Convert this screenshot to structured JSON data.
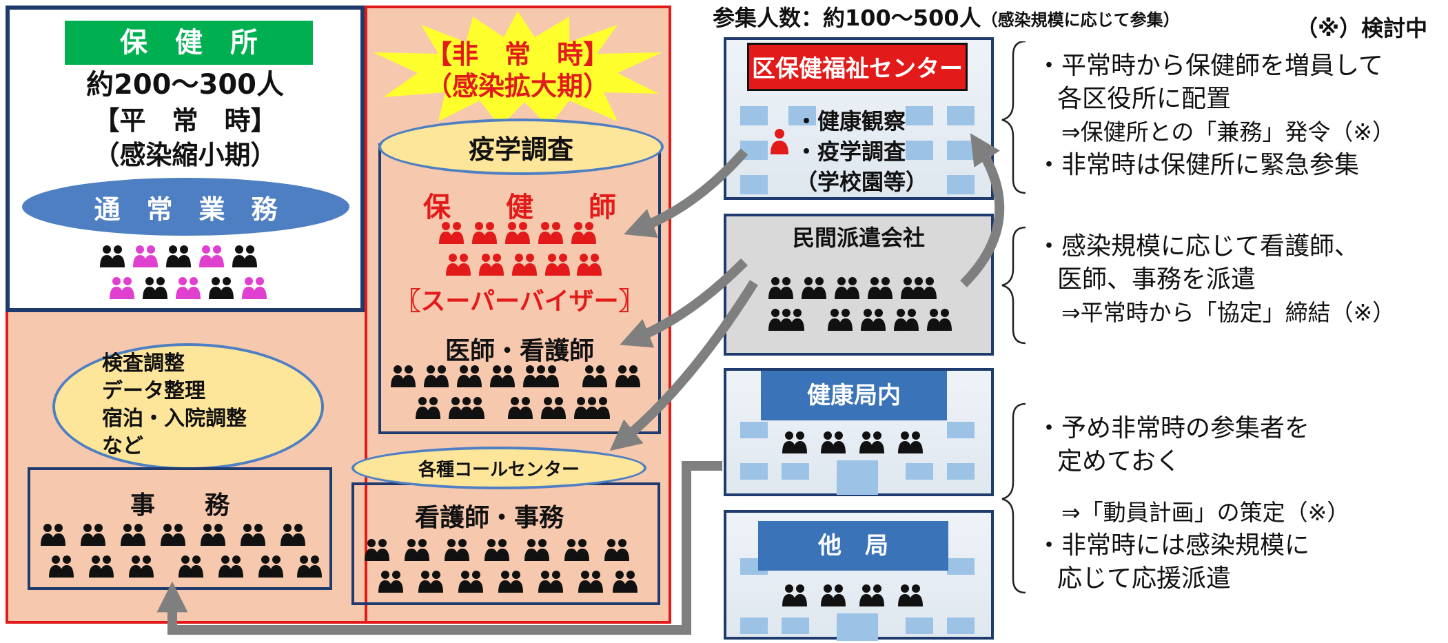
{
  "header": {
    "attendance": "参集人数：約100〜500人",
    "attendance_note": "（感染規模に応じて参集）",
    "under_review": "（※）検討中"
  },
  "hokenjo": {
    "title": "保　健　所",
    "count": "約200〜300人",
    "normal": "【平　常　時】",
    "phase": "（感染縮小期）",
    "normal_work": "通　常　業　務"
  },
  "emergency": {
    "title_line1": "【非　常　時】",
    "title_line2": "（感染拡大期）",
    "epi": "疫学調査",
    "nurses": "保　　健　　師",
    "supervisor": "〖スーパーバイザー〗",
    "doctors": "医師・看護師",
    "callcenter": "各種コールセンター",
    "callcenter_staff": "看護師・事務"
  },
  "office": {
    "tasks": [
      "検査調整",
      "データ整理",
      "宿泊・入院調整",
      "など"
    ],
    "clerical": "事　　務"
  },
  "sources": {
    "ward_center": "区保健福祉センター",
    "ward_tasks": [
      "・健康観察",
      "・疫学調査",
      "（学校園等）"
    ],
    "agency": "民間派遣会社",
    "health_bureau": "健康局内",
    "other_bureau": "他　局"
  },
  "notes": {
    "group1": [
      "・平常時から保健師を増員して",
      "各区役所に配置",
      "⇒保健所との「兼務」発令（※）",
      "・非常時は保健所に緊急参集"
    ],
    "group2": [
      "・感染規模に応じて看護師、",
      "医師、事務を派遣",
      "⇒平常時から「協定」締結（※）"
    ],
    "group3": [
      "・予め非常時の参集者を",
      "定めておく",
      "⇒「動員計画」の策定（※）",
      "・非常時には感染規模に",
      "応じて応援派遣"
    ]
  },
  "colors": {
    "accent_red": "#e21a1a",
    "navy": "#1f3b6e",
    "green": "#00b050",
    "salmon": "#f6c8ad",
    "ellipse_yellow": "#fde59a",
    "ellipse_blue": "#4e7fc2",
    "magenta": "#e040d0",
    "arrow_gray": "#7f7f7f"
  }
}
